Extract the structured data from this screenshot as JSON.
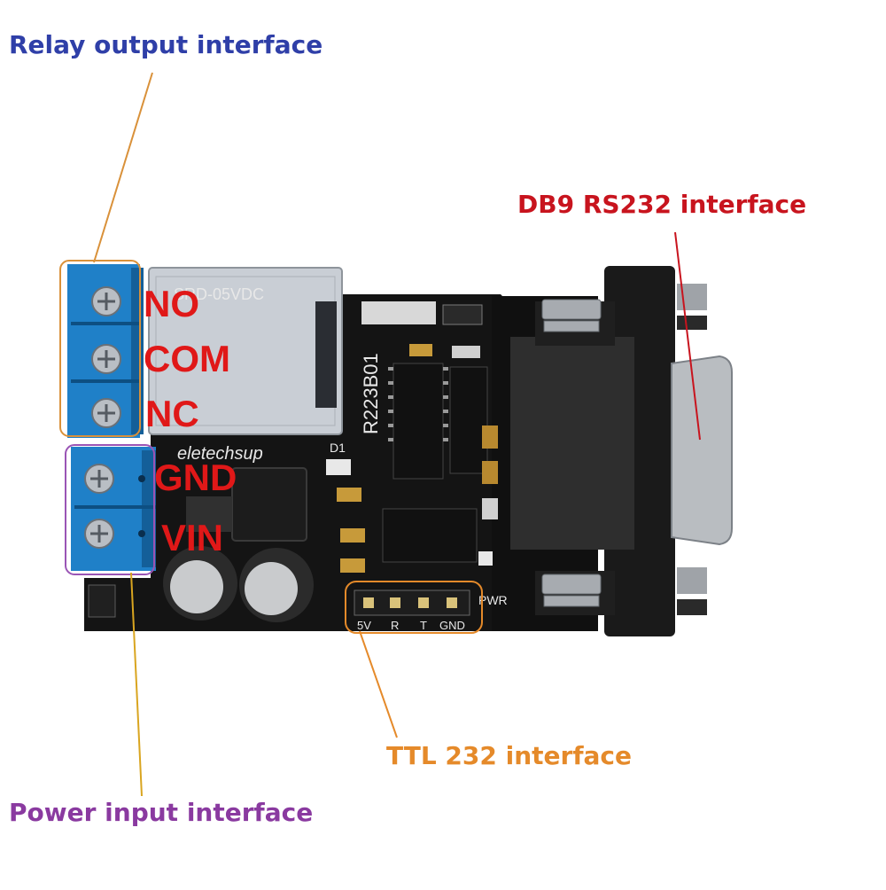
{
  "callouts": {
    "relay": {
      "text": "Relay output interface",
      "color": "#2f3fa8"
    },
    "db9": {
      "text": "DB9 RS232 interface",
      "color": "#c8141e"
    },
    "ttl": {
      "text": "TTL 232 interface",
      "color": "#e58a2a"
    },
    "power": {
      "text": "Power input interface",
      "color": "#8a3aa0"
    }
  },
  "pins": {
    "no": "NO",
    "com": "COM",
    "nc": "NC",
    "gnd": "GND",
    "vin": "VIN"
  },
  "silkscreen": {
    "board_id": "R223B01",
    "brand": "eletechsup",
    "led_d1": "D1",
    "pwr": "PWR",
    "header_5v": "5V",
    "header_r": "R",
    "header_t": "T",
    "header_gnd": "GND"
  },
  "colors": {
    "pcb": "#151515",
    "terminal_blue": "#1c7cc4",
    "relay_box": "#c8cdd4",
    "db9_shell": "#b9bdc1"
  }
}
